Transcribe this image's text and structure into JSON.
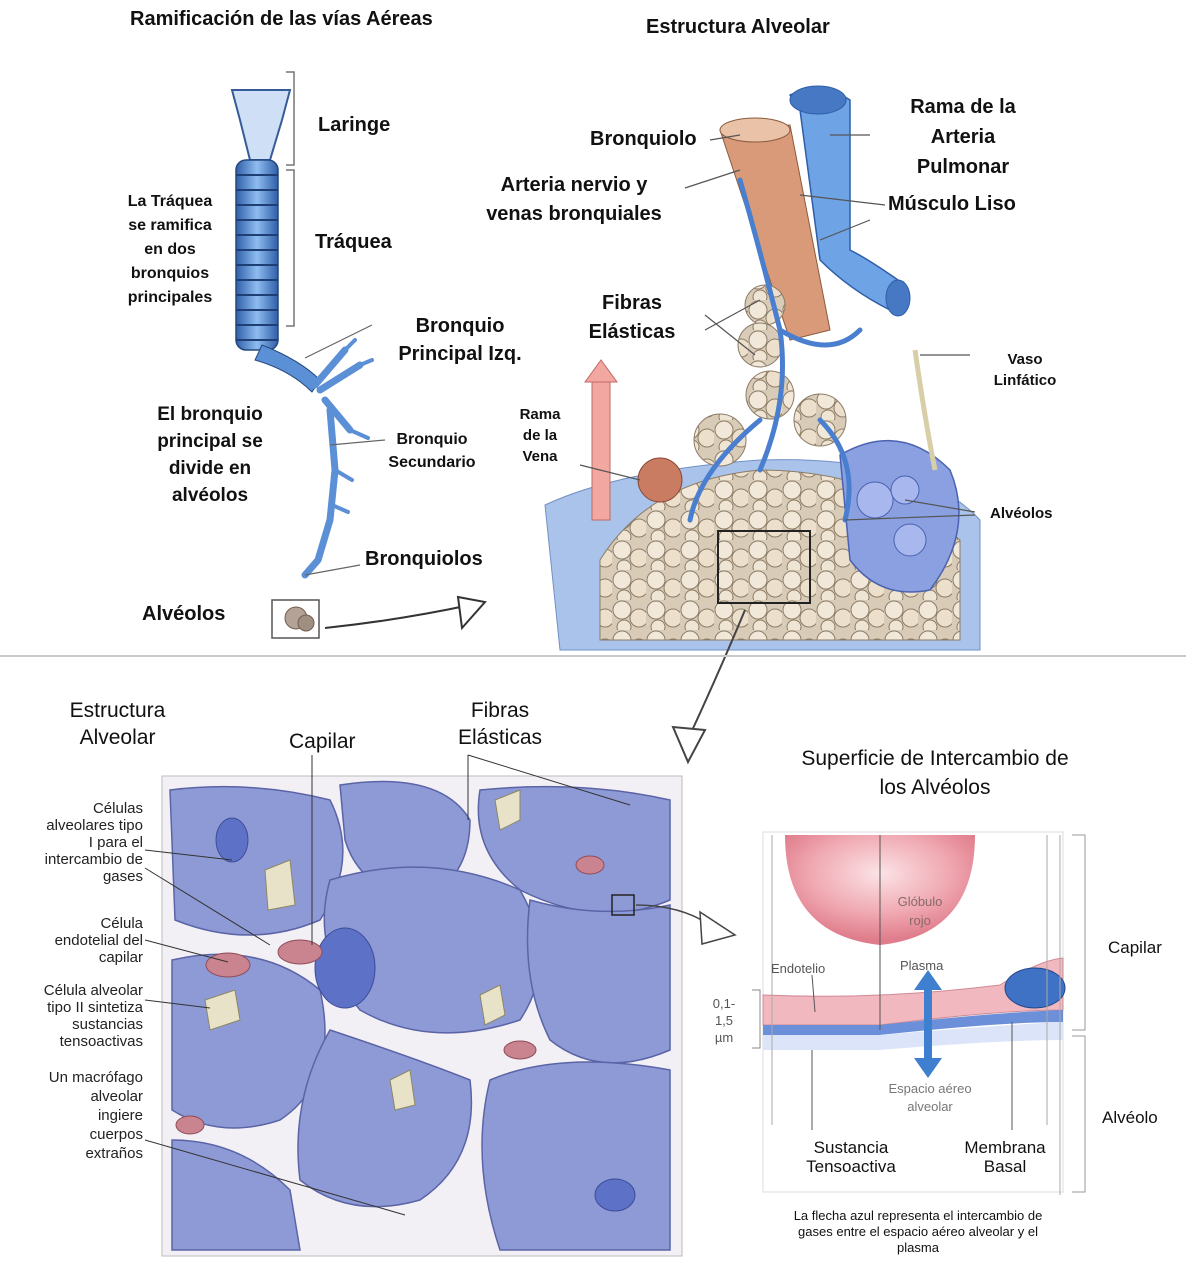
{
  "top_left": {
    "title": "Ramificación de las vías Aéreas",
    "laringe": "Laringe",
    "traquea": "Tráquea",
    "traquea_note": [
      "La Tráquea",
      "se ramifica",
      "en dos",
      "bronquios",
      "principales"
    ],
    "bronquio_principal": [
      "Bronquio",
      "Principal Izq."
    ],
    "bronquio_secundario": [
      "Bronquio",
      "Secundario"
    ],
    "bronquio_divide": [
      "El bronquio",
      "principal se",
      "divide en",
      "alvéolos"
    ],
    "bronquiolos": "Bronquiolos",
    "alveolos": "Alvéolos"
  },
  "top_right": {
    "title": "Estructura Alveolar",
    "bronquiolo": "Bronquiolo",
    "arteria_pulmonar": [
      "Rama de la",
      "Arteria",
      "Pulmonar"
    ],
    "arteria_nervio": [
      "Arteria nervio y",
      "venas bronquiales"
    ],
    "musculo_liso": "Músculo Liso",
    "fibras": [
      "Fibras",
      "Elásticas"
    ],
    "rama_vena": [
      "Rama",
      "de la",
      "Vena"
    ],
    "vaso_linfatico": [
      "Vaso",
      "Linfático"
    ],
    "alveolos": "Alvéolos"
  },
  "bottom_left": {
    "title": [
      "Estructura",
      "Alveolar"
    ],
    "capilar": "Capilar",
    "fibras": [
      "Fibras",
      "Elásticas"
    ],
    "celulas_tipo1": [
      "Células",
      "alveolares tipo",
      "I para el",
      "intercambio de",
      "gases"
    ],
    "celula_endotelial": [
      "Célula",
      "endotelial del",
      "capilar"
    ],
    "celula_tipo2": [
      "Célula alveolar",
      "tipo II sintetiza",
      "sustancias",
      "tensoactivas"
    ],
    "macrofago": [
      "Un macrófago",
      "alveolar",
      "ingiere",
      "cuerpos",
      "extraños"
    ]
  },
  "bottom_right": {
    "title": [
      "Superficie de Intercambio de",
      "los Alvéolos"
    ],
    "globulo": [
      "Glóbulo",
      "rojo"
    ],
    "endotelio": "Endotelio",
    "plasma": "Plasma",
    "grosor": [
      "0,1-",
      "1,5",
      "µm"
    ],
    "espacio": [
      "Espacio aéreo",
      "alveolar"
    ],
    "capilar": "Capilar",
    "alveolo": "Alvéolo",
    "sustancia": [
      "Sustancia",
      "Tensoactiva"
    ],
    "membrana": [
      "Membrana",
      "Basal"
    ],
    "caption": [
      "La flecha azul representa el intercambio de",
      "gases entre el espacio aéreo alveolar y el",
      "plasma"
    ]
  },
  "colors": {
    "airway_blue": "#5b8fd6",
    "alveolus_fill": "#8e9ad6",
    "capillary_pink": "#f2b8c0",
    "rbc_red": "#e88894",
    "artery_blue": "#6ea3e6",
    "vein_pink": "#f08a8a"
  }
}
